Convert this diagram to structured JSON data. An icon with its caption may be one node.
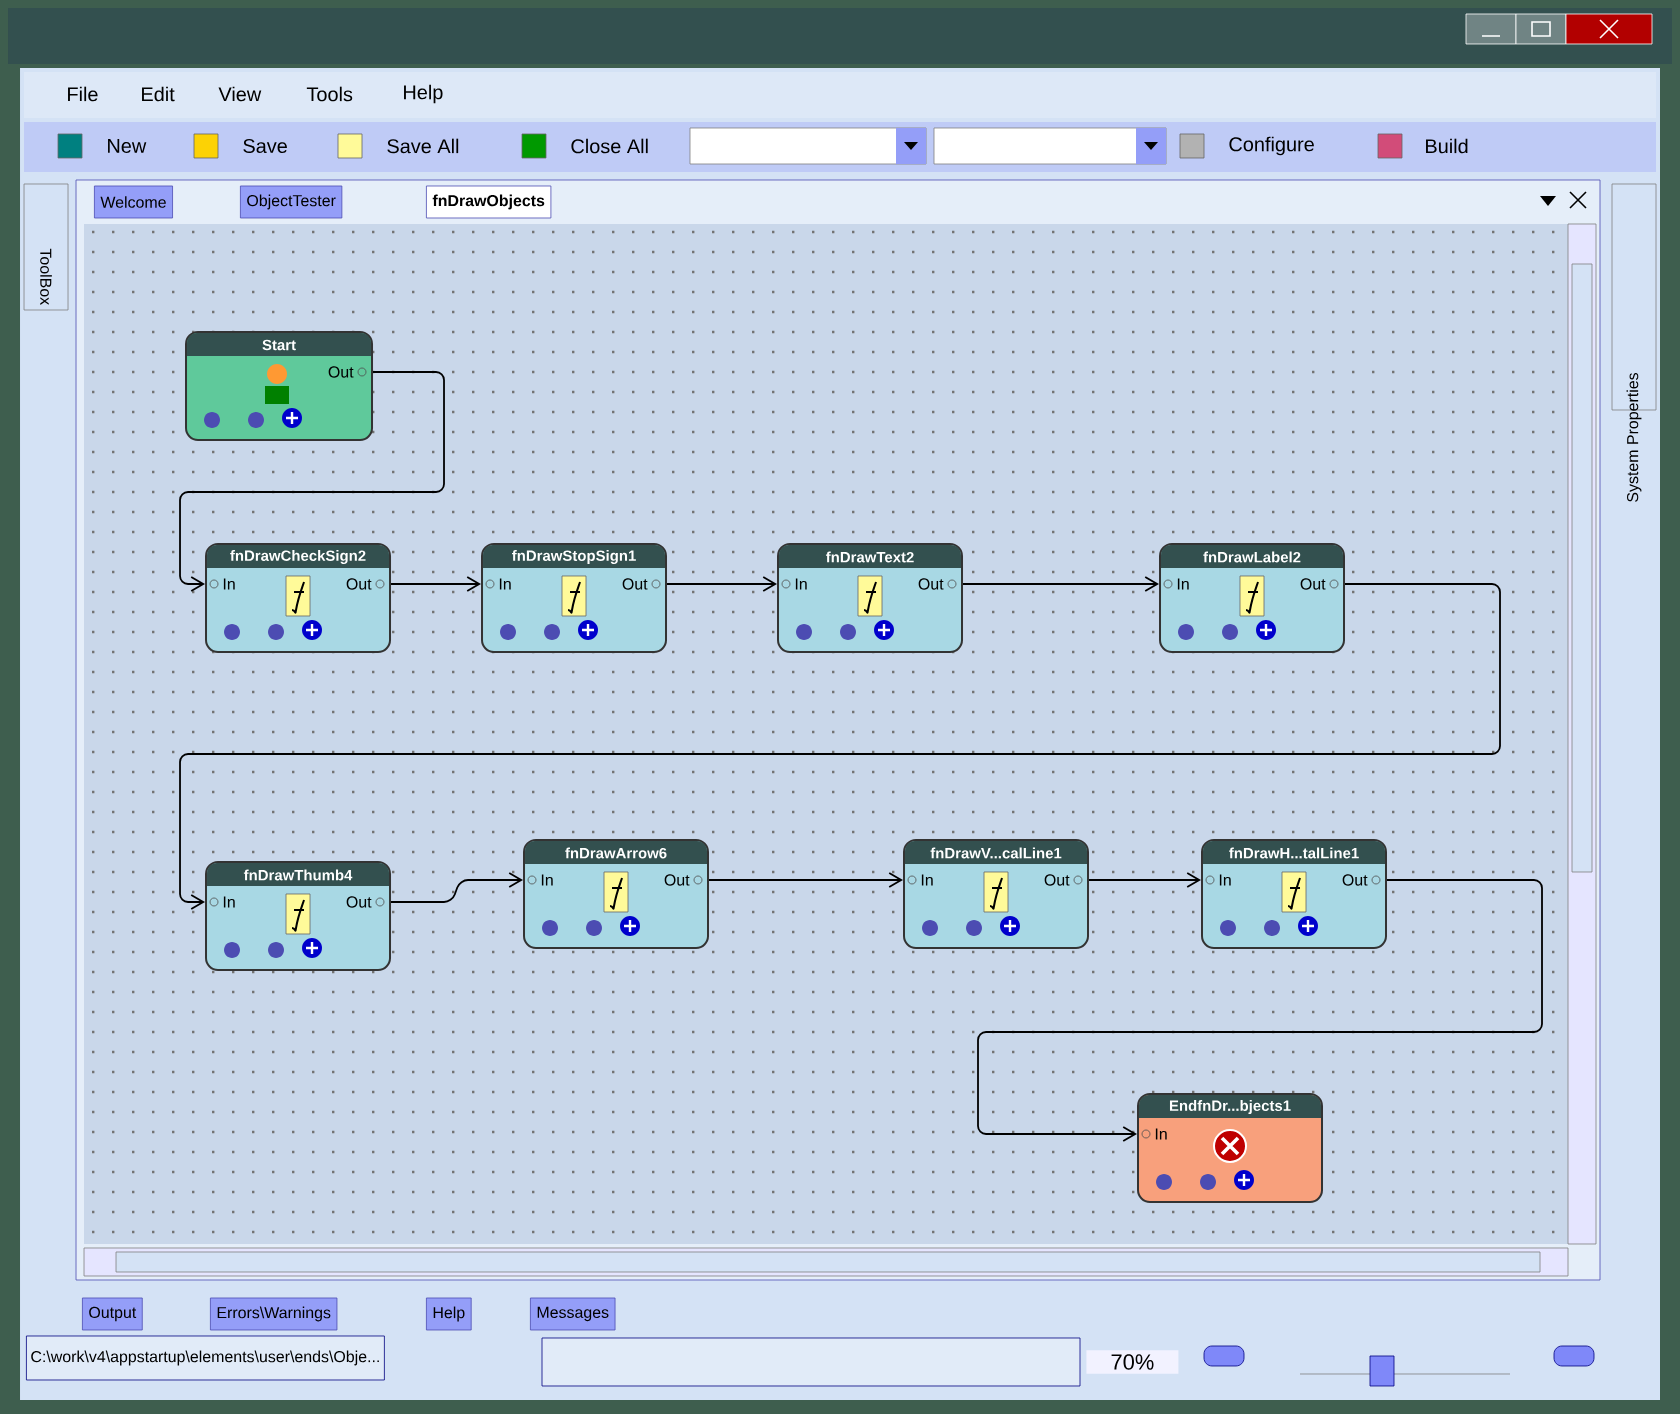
{
  "diagram": {
    "nodes": [
      {
        "text": [
          "Start",
          "Out"
        ]
      },
      {
        "text": [
          "fnDrawCheckSign2",
          "In",
          "Out"
        ]
      },
      {
        "text": [
          "fnDrawStopSign1",
          "In",
          "Out"
        ]
      },
      {
        "text": [
          "fnDrawText2",
          "In",
          "Out"
        ]
      },
      {
        "text": [
          "fnDrawLabel2",
          "In",
          "Out"
        ]
      },
      {
        "text": [
          "fnDrawThumb4",
          "In",
          "Out"
        ]
      },
      {
        "text": [
          "fnDrawArrow6",
          "In",
          "Out"
        ]
      },
      {
        "text": [
          "fnDrawV...calLine1",
          "In",
          "Out"
        ]
      },
      {
        "text": [
          "fnDrawH...talLine1",
          "In",
          "Out"
        ]
      },
      {
        "text": [
          "EndfnDr...bjects1",
          "In"
        ]
      }
    ],
    "edges": [
      {
        "from": 0,
        "to": 1,
        "arrow": "to"
      },
      {
        "from": 1,
        "to": 2,
        "arrow": "to"
      },
      {
        "from": 2,
        "to": 3,
        "arrow": "to"
      },
      {
        "from": 3,
        "to": 4,
        "arrow": "to"
      },
      {
        "from": 4,
        "to": 5,
        "arrow": "to"
      },
      {
        "from": 5,
        "to": 6,
        "arrow": "to"
      },
      {
        "from": 6,
        "to": 7,
        "arrow": "to"
      },
      {
        "from": 7,
        "to": 8,
        "arrow": "to"
      },
      {
        "from": 8,
        "to": 9,
        "arrow": "to"
      }
    ],
    "labels": [
      "File",
      "Edit",
      "View",
      "Tools",
      "Help",
      "New",
      "Save",
      "Save All",
      "Close All",
      "Configure",
      "Build",
      "Welcome",
      "ObjectTester",
      "fnDrawObjects",
      "ToolBox",
      "System Properties",
      "Output",
      "Errors\\Warnings",
      "Help",
      "Messages",
      "C:\\work\\v4\\appstartup\\elements\\user\\ends\\Obje...",
      "70%"
    ]
  }
}
